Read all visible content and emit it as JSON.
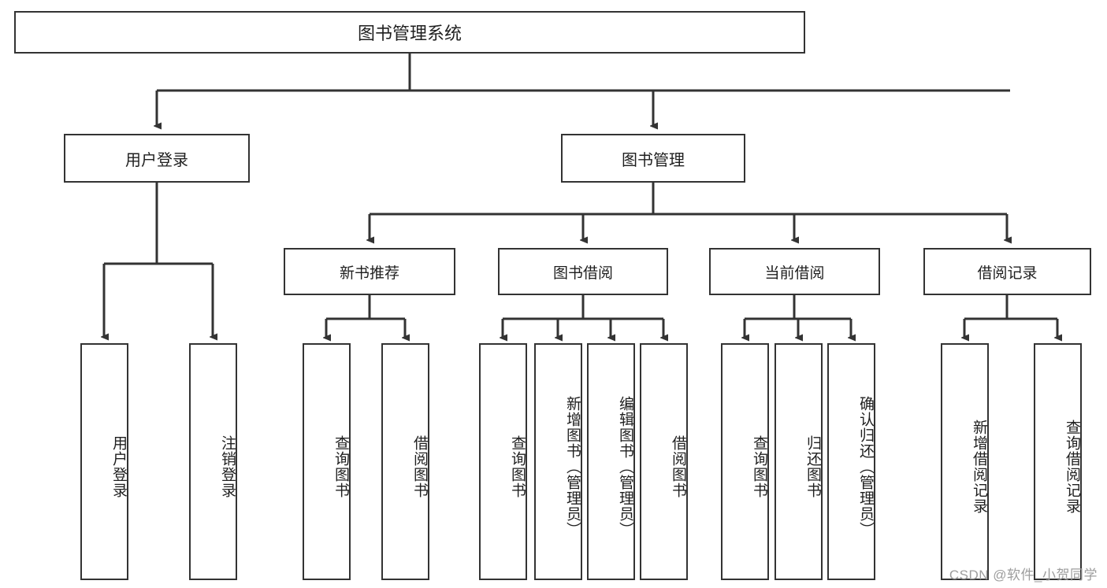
{
  "diagram": {
    "title": "图书管理系统",
    "type": "tree",
    "watermark": "CSDN @软件_小贺同学",
    "colors": {
      "box_border": "#333333",
      "box_fill": "#ffffff",
      "connector": "#333333",
      "text": "#1f1f1f",
      "watermark": "#9d9d9d"
    },
    "root": {
      "label": "图书管理系统",
      "children": [
        {
          "label": "用户登录",
          "children": [
            {
              "label": "用户登录"
            },
            {
              "label": "注销登录"
            }
          ]
        },
        {
          "label": "图书管理",
          "children": [
            {
              "label": "新书推荐",
              "children": [
                {
                  "label": "查询图书"
                },
                {
                  "label": "借阅图书"
                }
              ]
            },
            {
              "label": "图书借阅",
              "children": [
                {
                  "label": "查询图书"
                },
                {
                  "label": "新增图书（管理员）"
                },
                {
                  "label": "编辑图书（管理员）"
                },
                {
                  "label": "借阅图书"
                }
              ]
            },
            {
              "label": "当前借阅",
              "children": [
                {
                  "label": "查询图书"
                },
                {
                  "label": "归还图书"
                },
                {
                  "label": "确认归还（管理员）"
                }
              ]
            },
            {
              "label": "借阅记录",
              "children": [
                {
                  "label": "新增借阅记录"
                },
                {
                  "label": "查询借阅记录"
                }
              ]
            }
          ]
        }
      ]
    },
    "nodes": {
      "root": {
        "label": "图书管理系统"
      },
      "user_login": {
        "label": "用户登录"
      },
      "book_manage": {
        "label": "图书管理"
      },
      "new_book_rec": {
        "label": "新书推荐"
      },
      "book_borrow": {
        "label": "图书借阅"
      },
      "current_borrow": {
        "label": "当前借阅"
      },
      "borrow_record": {
        "label": "借阅记录"
      },
      "leaf_user_login": {
        "label": "用户登录"
      },
      "leaf_logout": {
        "label": "注销登录"
      },
      "leaf_query_book_1": {
        "label": "查询图书"
      },
      "leaf_borrow_book_1": {
        "label": "借阅图书"
      },
      "leaf_query_book_2": {
        "label": "查询图书"
      },
      "leaf_add_book": {
        "label": "新增图书（管理员）"
      },
      "leaf_edit_book": {
        "label": "编辑图书（管理员）"
      },
      "leaf_borrow_book_2": {
        "label": "借阅图书"
      },
      "leaf_query_book_3": {
        "label": "查询图书"
      },
      "leaf_return_book": {
        "label": "归还图书"
      },
      "leaf_confirm_return": {
        "label": "确认归还（管理员）"
      },
      "leaf_add_record": {
        "label": "新增借阅记录"
      },
      "leaf_query_record": {
        "label": "查询借阅记录"
      }
    }
  }
}
